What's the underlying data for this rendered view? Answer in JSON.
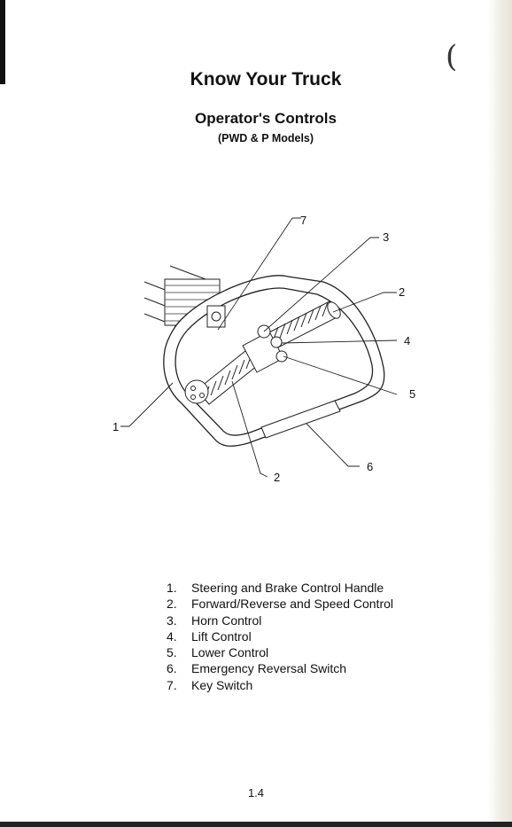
{
  "page": {
    "title": "Know Your Truck",
    "subtitle": "Operator's Controls",
    "models": "(PWD & P Models)",
    "page_number": "1.4"
  },
  "diagram": {
    "callouts": [
      "7",
      "3",
      "2",
      "4",
      "5",
      "1",
      "6",
      "2"
    ]
  },
  "legend": [
    {
      "num": "1.",
      "text": "Steering and Brake Control Handle"
    },
    {
      "num": "2.",
      "text": "Forward/Reverse and Speed Control"
    },
    {
      "num": "3.",
      "text": "Horn Control"
    },
    {
      "num": "4.",
      "text": "Lift Control"
    },
    {
      "num": "5.",
      "text": "Lower Control"
    },
    {
      "num": "6.",
      "text": "Emergency Reversal Switch"
    },
    {
      "num": "7.",
      "text": "Key Switch"
    }
  ]
}
